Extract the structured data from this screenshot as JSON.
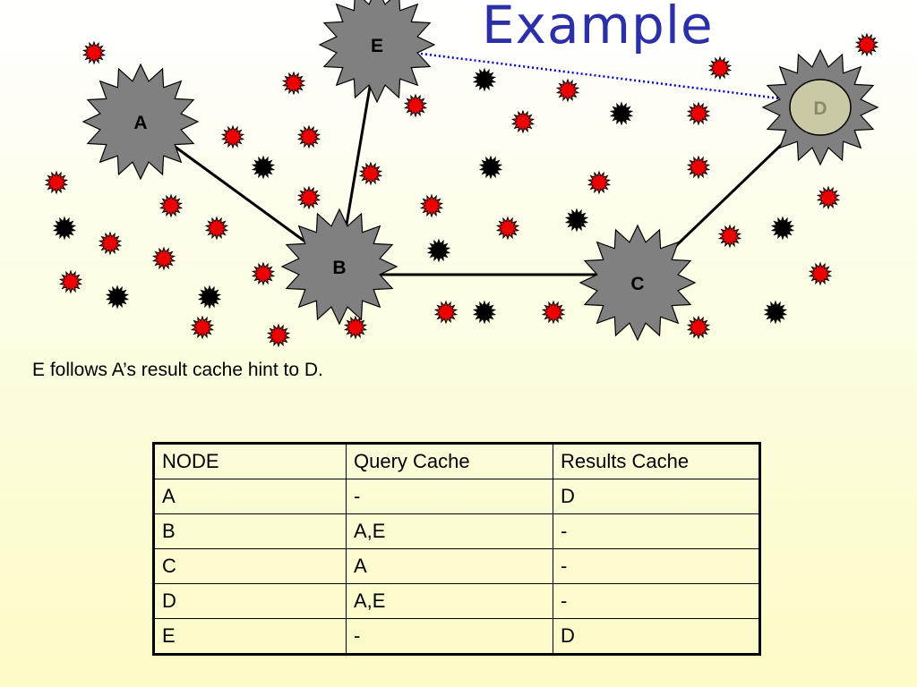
{
  "title": "Example",
  "caption": "E follows A’s result cache hint to D.",
  "nodes": {
    "A": {
      "label": "A"
    },
    "B": {
      "label": "B"
    },
    "C": {
      "label": "C"
    },
    "D": {
      "label": "D"
    },
    "E": {
      "label": "E"
    }
  },
  "colors": {
    "title": "#2b2fa8",
    "node_fill": "#808080",
    "node_D_inner": "#c9c9a6",
    "node_D_label": "#8a8a6a",
    "red_peer": "#ee0000",
    "black_peer": "#000000",
    "hint_line": "#0000cc"
  },
  "table": {
    "headers": [
      "NODE",
      "Query Cache",
      "Results Cache"
    ],
    "rows": [
      [
        "A",
        "-",
        "D"
      ],
      [
        "B",
        "A,E",
        "-"
      ],
      [
        "C",
        "A",
        "-"
      ],
      [
        "D",
        "A,E",
        "-"
      ],
      [
        "E",
        "-",
        "D"
      ]
    ]
  }
}
